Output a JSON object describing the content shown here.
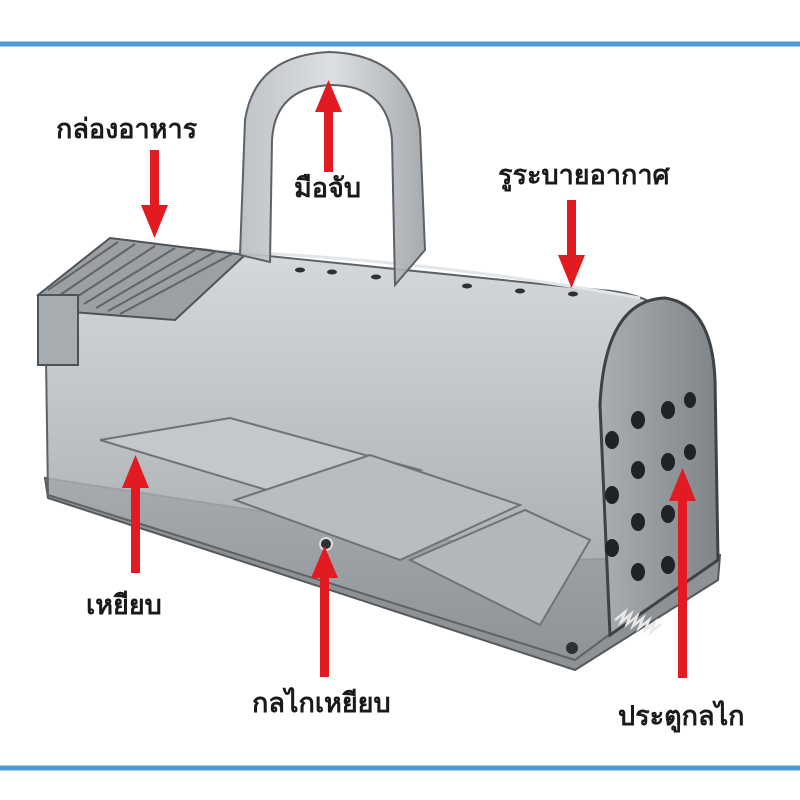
{
  "labels": {
    "food_box": "กล่องอาหาร",
    "handle": "มือจับ",
    "air_vent": "รูระบายอากาศ",
    "bait_plate": "เหยียบ",
    "trigger": "กลไกเหยียบ",
    "trap_door": "ประตูกลไก"
  },
  "colors": {
    "frame_border": "#4a9bd8",
    "arrow": "#e21b23",
    "plastic": "#9ea3a8",
    "plastic_dark": "#5d6266"
  }
}
